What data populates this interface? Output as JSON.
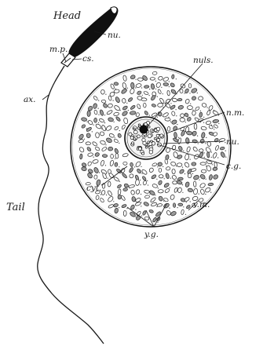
{
  "labels": {
    "head": "Head",
    "nucleus_sperm": "nu.",
    "middle_piece": "m.p.",
    "centrosome": "cs.",
    "axial_filament": "ax.",
    "tail": "Tail",
    "nucleolus": "nuls.",
    "nuclear_membrane": "n.m.",
    "nucleus_egg": "nu.",
    "chromatin_granules": "c.g.",
    "cytoplasm": "cyt.",
    "vitelline_membrane": "v.m.",
    "yolk_granules": "y.g."
  }
}
